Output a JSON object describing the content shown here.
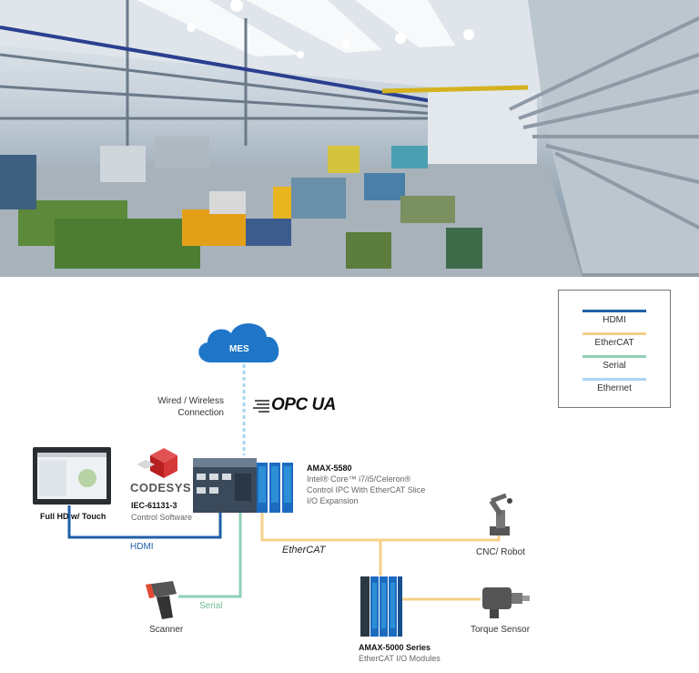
{
  "colors": {
    "hdmi": "#1f5fa8",
    "ethercat": "#f5d08a",
    "serial": "#8fcfb4",
    "ethernet": "#a9d6f0",
    "cloud": "#1f76c9"
  },
  "legend": {
    "items": [
      {
        "label": "HDMI"
      },
      {
        "label": "EtherCAT"
      },
      {
        "label": "Serial"
      },
      {
        "label": "Ethernet"
      }
    ]
  },
  "cloud": {
    "label": "MES"
  },
  "connection": {
    "line1": "Wired / Wireless",
    "line2": "Connection"
  },
  "opcua": {
    "label": "OPC UA"
  },
  "monitor": {
    "label": "Full HD w/ Touch"
  },
  "codesys": {
    "brand": "CODESYS",
    "std": "IEC-61131-3",
    "desc": "Control Software"
  },
  "ipc": {
    "name": "AMAX-5580",
    "line1": "Intel® Core™ i7/i5/Celeron®",
    "line2": "Control IPC With EtherCAT Slice",
    "line3": "I/O Expansion"
  },
  "cables": {
    "hdmi": "HDMI",
    "serial": "Serial"
  },
  "ethercat_logo": {
    "label": "EtherCAT"
  },
  "devices": {
    "cnc": "CNC/ Robot",
    "scanner": "Scanner",
    "torque": "Torque Sensor"
  },
  "modules": {
    "name": "AMAX-5000 Series",
    "desc": "EtherCAT I/O Modules"
  }
}
